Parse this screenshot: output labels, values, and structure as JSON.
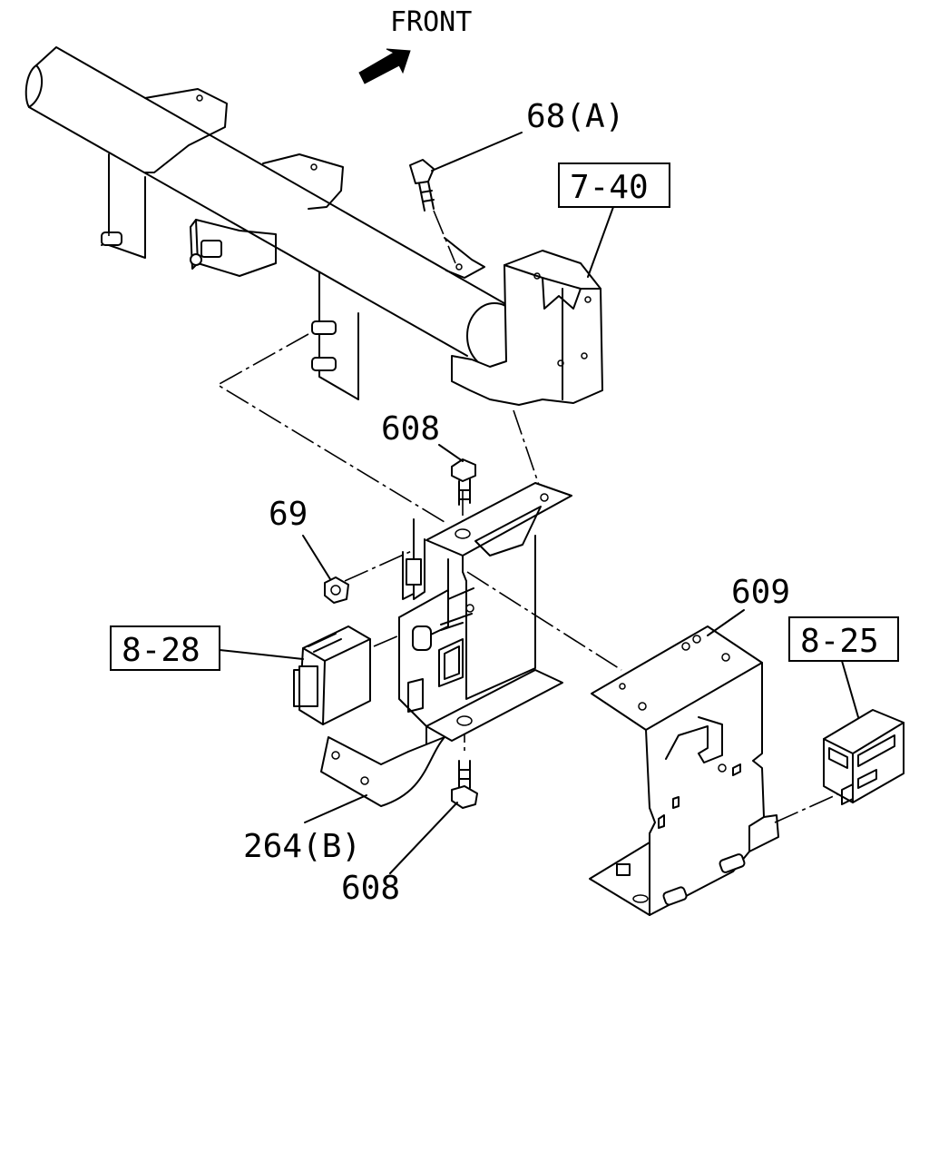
{
  "front_label": "FRONT",
  "callouts": {
    "bolt_68a": "68(A)",
    "ref_7_40": "7-40",
    "bolt_608_top": "608",
    "nut_69": "69",
    "bracket_609": "609",
    "ref_8_28": "8-28",
    "ref_8_25": "8-25",
    "bracket_264b": "264(B)",
    "bolt_608_bottom": "608"
  }
}
